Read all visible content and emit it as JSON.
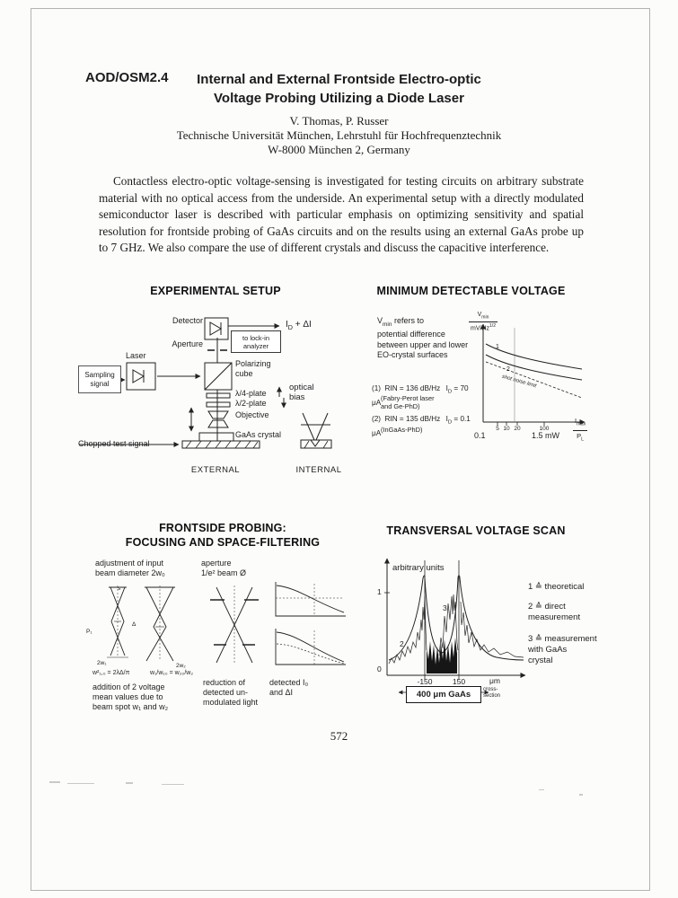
{
  "header": {
    "paper_id": "AOD/OSM2.4",
    "title_line1": "Internal and External Frontside Electro-optic",
    "title_line2": "Voltage Probing Utilizing a Diode Laser",
    "authors": "V. Thomas, P. Russer",
    "affiliation_line1": "Technische Universität München, Lehrstuhl für Hochfrequenztechnik",
    "affiliation_line2": "W-8000 München 2, Germany",
    "abstract": "Contactless electro-optic voltage-sensing is investigated for testing circuits on arbitrary substrate material with no optical access from the underside. An experimental setup with a directly modulated semiconductor laser is described with particular emphasis on optimizing sensitivity and spatial resolution for frontside probing of GaAs circuits and on the results using an external GaAs probe up to 7 GHz. We also compare the use of different crystals and discuss the capacitive interference.",
    "page_number": "572"
  },
  "fig_setup": {
    "title": "EXPERIMENTAL SETUP",
    "detector": "Detector",
    "aperture": "Aperture",
    "laser": "Laser",
    "sampling_html": "Sampling<br>signal",
    "lockin_html": "to lock-in<br>analyzer",
    "output_html": "I<sub>D</sub> + ΔI",
    "polarizing_html": "Polarizing<br>cube",
    "quarter_wave": "λ/4-plate",
    "half_wave": "λ/2-plate",
    "objective": "Objective",
    "crystal": "GaAs crystal",
    "optical_bias_html": "optical<br>bias",
    "chopped": "Chopped test signal",
    "external": "EXTERNAL",
    "internal": "INTERNAL"
  },
  "fig_mdv": {
    "title": "MINIMUM DETECTABLE VOLTAGE",
    "note_html": "V<sub>min</sub> refers to<br>potential difference<br>between upper and lower<br>EO-crystal surfaces",
    "eq1_html": "(1)&nbsp; RIN = 136 dB/Hz&ensp; I<sub>D</sub> = 70 μA",
    "eq1_note_html": "(Fabry-Perot laser<br>and Ge-PhD)",
    "eq2_html": "(2)&nbsp; RIN = 135 dB/Hz&ensp; I<sub>D</sub> = 0.1 μA",
    "eq2_note_html": "(InGaAs-PhD)",
    "plot": {
      "ylabel_html": "<span class='ft'>V<sub>min</sub></span><span class='fb'>mV/Hz<sup>1/2</sup></span>",
      "xticks": [
        "5",
        "10",
        "20",
        "100"
      ],
      "xmin": "0.1",
      "xmax": "1.5 mW",
      "xlabel_html": "<span class='ft'>I<sub>max</sub></span><span class='fb'>P<sub>L</sub></span>",
      "curve1": "1",
      "curve2": "2",
      "shot_noise": "shot noise limit"
    }
  },
  "fig_probe": {
    "title_line1": "FRONTSIDE PROBING:",
    "title_line2": "FOCUSING AND SPACE-FILTERING",
    "colA_head_html": "adjustment of input<br>beam diameter 2w₀",
    "colB_head_html": "aperture<br>1/e² beam Ø",
    "formula1": "w²₁,₀ = 2λΔ/π",
    "formula2": "w₁/w₁₀ = w₂₀/w₂",
    "colA_caption_html": "addition of 2 voltage<br>mean values due to<br>beam spot w₁ and w₂",
    "colB_caption_html": "reduction of<br>detected un-<br>modulated light",
    "colC_caption_html": "detected I₀<br>and ΔI",
    "labels": {
      "s": "s",
      "delta": "Δ",
      "w1": "2w₁",
      "w2": "2w₂",
      "p1": "P₁"
    }
  },
  "fig_scan": {
    "title": "TRANSVERSAL VOLTAGE SCAN",
    "ylabel": "arbitrary units",
    "ytick1": "1",
    "ytick0": "0",
    "label2": "2",
    "label3": "3",
    "xtick_left": "-150",
    "xtick_right": "150",
    "xunit": "μm",
    "gaas_box": "400 μm GaAs",
    "cross_html": "cross-<br>section",
    "legend1_html": "1 ≙ theoretical",
    "legend2_html": "2 ≙ direct<br>measurement",
    "legend3_html": "3 ≙ measurement<br>with GaAs<br>crystal"
  }
}
